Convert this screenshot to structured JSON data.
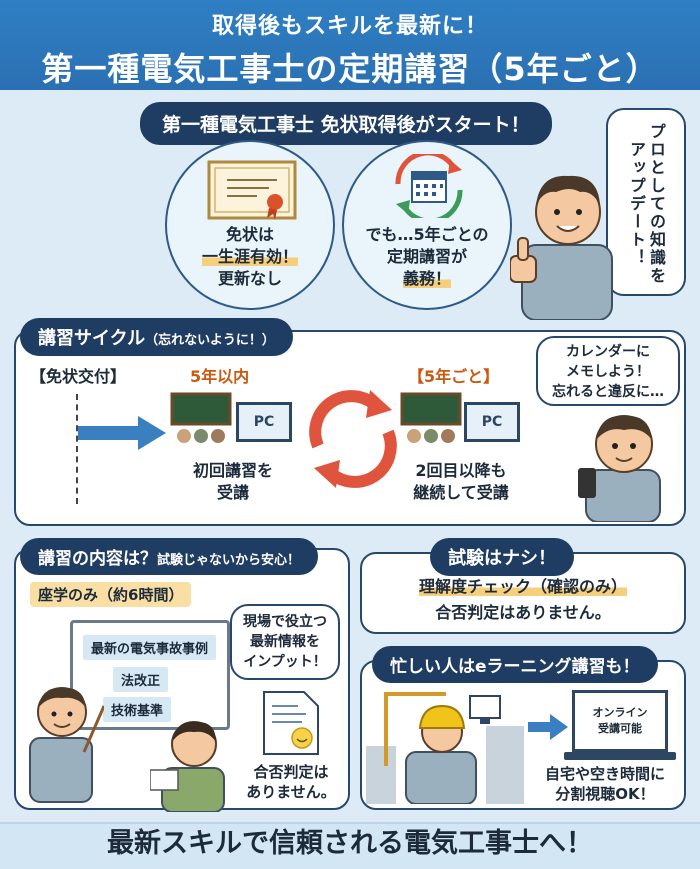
{
  "header": {
    "subtitle": "取得後もスキルを最新に！",
    "title": "第一種電気工事士の定期講習（5年ごと）"
  },
  "top": {
    "pill": "第一種電気工事士 免状取得後がスタート！",
    "circle1": {
      "line1": "免状は",
      "line2": "一生涯有効！",
      "line3": "更新なし"
    },
    "circle2": {
      "line1": "でも…5年ごとの",
      "line2": "定期講習が",
      "line3": "義務！"
    },
    "speech": "プロとしての知識をアップデート！"
  },
  "cycle": {
    "pill": "講習サイクル",
    "pill_note": "（忘れないように！）",
    "start_label": "【免状交付】",
    "within_label": "5年以内",
    "every_label": "【5年ごと】",
    "pc_label": "PC",
    "first_line1": "初回講習を",
    "first_line2": "受講",
    "second_line1": "2回目以降も",
    "second_line2": "継続して受講",
    "speech_line1": "カレンダーに",
    "speech_line2": "メモしよう！",
    "speech_line3": "忘れると違反に…"
  },
  "content": {
    "pill": "講習の内容は？",
    "pill_note": "試験じゃないから安心！",
    "desk_label": "座学のみ（約6時間）",
    "items": [
      "最新の電気事故事例",
      "法改正",
      "技術基準"
    ],
    "speech_line1": "現場で役立つ",
    "speech_line2": "最新情報を",
    "speech_line3": "インプット！",
    "judge_line1": "合否判定は",
    "judge_line2": "ありません。"
  },
  "exam": {
    "pill": "試験はナシ！",
    "check": "理解度チェック（確認のみ）",
    "note": "合否判定はありません。"
  },
  "elearn": {
    "pill": "忙しい人はeラーニング講習も！",
    "screen_line1": "オンライン",
    "screen_line2": "受講可能",
    "caption_line1": "自宅や空き時間に",
    "caption_line2": "分割視聴OK！"
  },
  "footer": "最新スキルで信頼される電気工事士へ！",
  "colors": {
    "navy": "#1f3d63",
    "header": "#2f7fc4",
    "arrow_red": "#e0533c",
    "highlight": "#f6cf7c"
  }
}
